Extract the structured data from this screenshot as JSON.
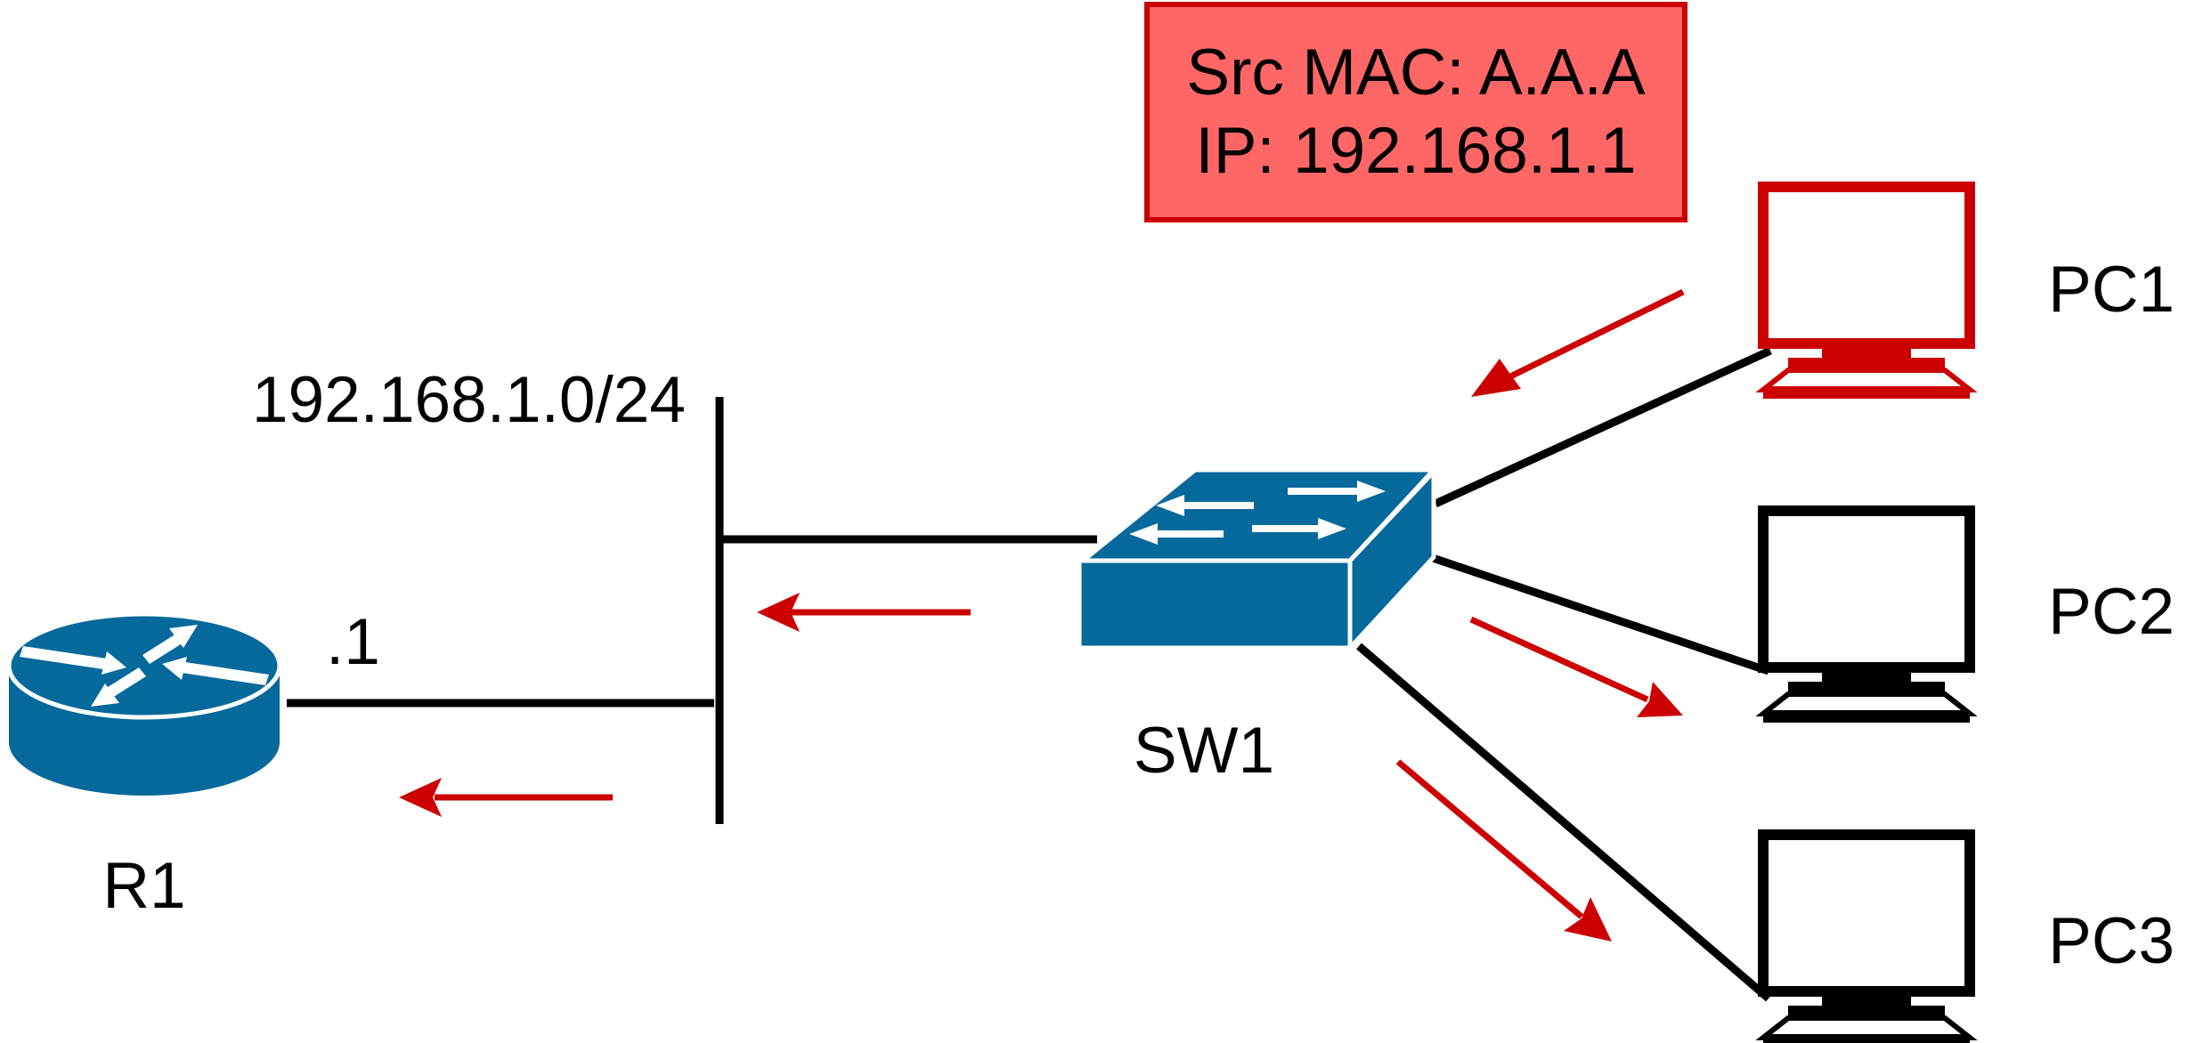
{
  "colors": {
    "device_blue": "#05699C",
    "device_blue_dark": "#045a87",
    "highlight_red": "#CC0000",
    "frame_fill": "#FF6666",
    "frame_border": "#CC0000",
    "link": "#000000"
  },
  "frame": {
    "line1": "Src MAC: A.A.A",
    "line2": "IP: 192.168.1.1"
  },
  "network": {
    "subnet": "192.168.1.0/24"
  },
  "router": {
    "name": "R1",
    "interface_label": ".1",
    "icon": "router-icon"
  },
  "switch": {
    "name": "SW1",
    "icon": "switch-icon"
  },
  "pcs": [
    {
      "name": "PC1",
      "icon": "pc-icon",
      "highlighted": true
    },
    {
      "name": "PC2",
      "icon": "pc-icon",
      "highlighted": false
    },
    {
      "name": "PC3",
      "icon": "pc-icon",
      "highlighted": false
    }
  ]
}
